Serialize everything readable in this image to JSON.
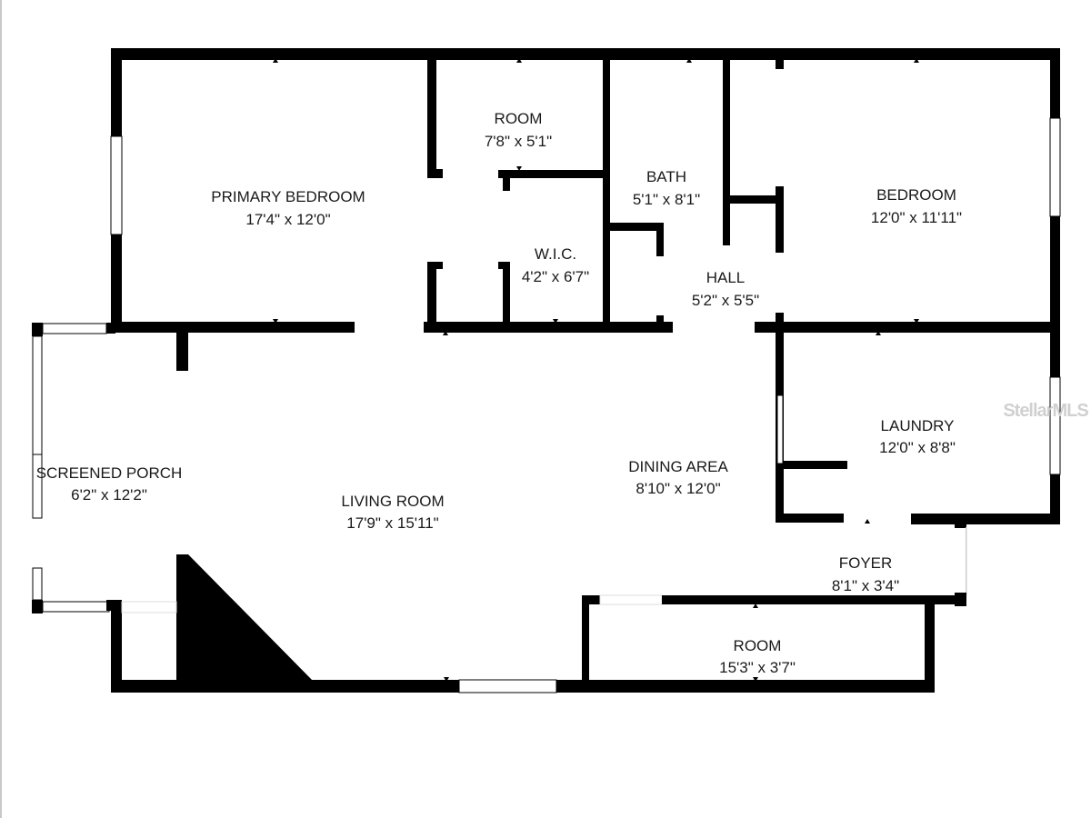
{
  "rooms": [
    {
      "name": "PRIMARY BEDROOM",
      "size": "17'4\" x 12'0\""
    },
    {
      "name": "ROOM",
      "size": "7'8\" x 5'1\""
    },
    {
      "name": "BATH",
      "size": "5'1\" x 8'1\""
    },
    {
      "name": "BEDROOM",
      "size": "12'0\" x 11'11\""
    },
    {
      "name": "W.I.C.",
      "size": "4'2\" x 6'7\""
    },
    {
      "name": "HALL",
      "size": "5'2\" x 5'5\""
    },
    {
      "name": "LAUNDRY",
      "size": "12'0\" x 8'8\""
    },
    {
      "name": "SCREENED PORCH",
      "size": "6'2\" x 12'2\""
    },
    {
      "name": "DINING AREA",
      "size": "8'10\" x 12'0\""
    },
    {
      "name": "LIVING ROOM",
      "size": "17'9\" x 15'11\""
    },
    {
      "name": "FOYER",
      "size": "8'1\" x 3'4\""
    },
    {
      "name": "ROOM",
      "size": "15'3\" x 3'7\""
    }
  ],
  "watermark": "StellarMLS",
  "colors": {
    "wall": "#000000",
    "background": "#ffffff",
    "watermark": "#d0d0d0"
  }
}
